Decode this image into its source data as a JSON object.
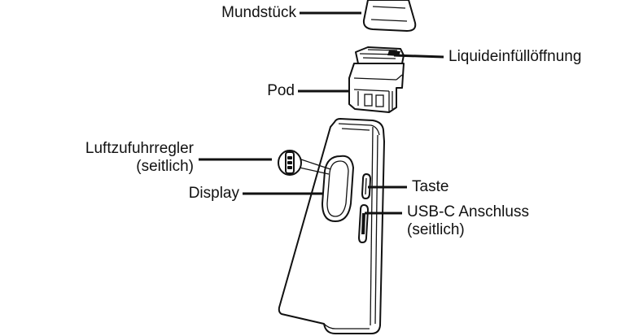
{
  "labels": {
    "mouthpiece": "Mundstück",
    "fill_port": "Liquideinfüllöffnung",
    "pod": "Pod",
    "airflow_line1": "Luftzufuhrregler",
    "airflow_line2": "(seitlich)",
    "display": "Display",
    "button": "Taste",
    "usb_line1": "USB-C Anschluss",
    "usb_line2": "(seitlich)"
  },
  "colors": {
    "ink": "#111111",
    "background": "#ffffff"
  }
}
